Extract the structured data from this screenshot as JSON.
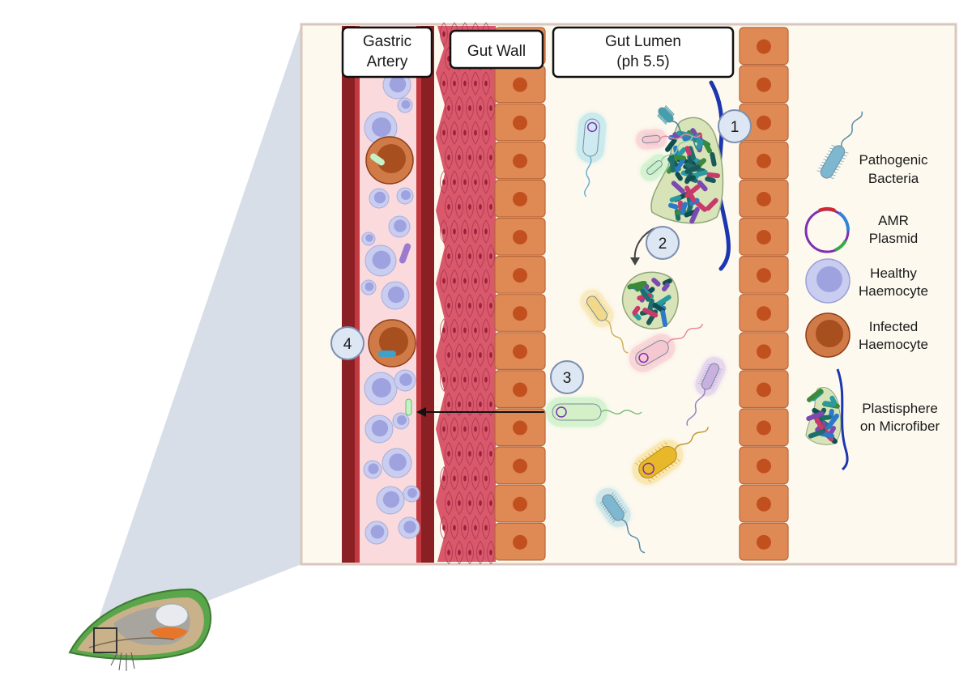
{
  "labels": {
    "gastric_artery": [
      "Gastric",
      "Artery"
    ],
    "gut_wall": "Gut Wall",
    "gut_lumen": [
      "Gut Lumen",
      "(ph 5.5)"
    ]
  },
  "steps": [
    "1",
    "2",
    "3",
    "4"
  ],
  "legend": [
    {
      "id": "pathogenic-bacteria",
      "lines": [
        "Pathogenic",
        "Bacteria"
      ]
    },
    {
      "id": "amr-plasmid",
      "lines": [
        "AMR",
        "Plasmid"
      ]
    },
    {
      "id": "healthy-haemocyte",
      "lines": [
        "Healthy",
        "Haemocyte"
      ]
    },
    {
      "id": "infected-haemocyte",
      "lines": [
        "Infected",
        "Haemocyte"
      ]
    },
    {
      "id": "plastisphere",
      "lines": [
        "Plastisphere",
        "on Microfiber"
      ]
    }
  ],
  "colors": {
    "panel_bg": "#fdf9ef",
    "panel_border": "#d9c7bd",
    "cone": "#d5dce7",
    "artery_wall": "#8a1f24",
    "artery_inner": "#fadadd",
    "muscle": "#d9586b",
    "epithelium": "#df8a55",
    "nucleus": "#c2501f",
    "healthy_haemocyte": "#a9aee0",
    "infected_haemocyte": "#b85a28",
    "microfiber": "#1d36b0",
    "step_circle_fill": "#dde6f3",
    "step_circle_stroke": "#7d8fb0"
  }
}
